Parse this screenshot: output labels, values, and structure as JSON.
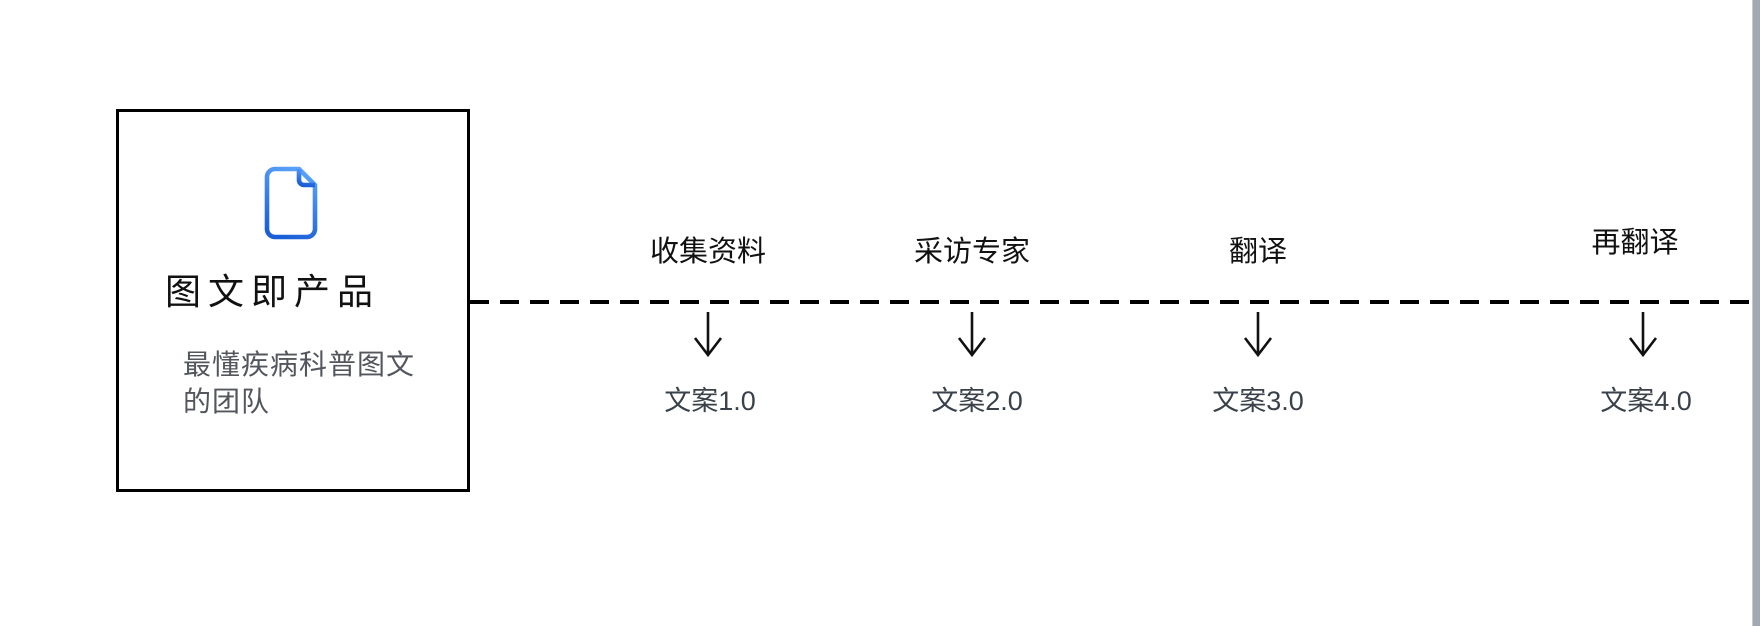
{
  "canvas": {
    "background": "#ffffff"
  },
  "card": {
    "title": "图文即产品",
    "subtitle": "最懂疾病科普图文的团队",
    "border_color": "#000000",
    "title_color": "#111111",
    "subtitle_color": "#53575d",
    "icon": "document-icon",
    "icon_gradient_top": "#59a0f9",
    "icon_gradient_bottom": "#1b5fd6"
  },
  "timeline": {
    "style": "dashed",
    "color": "#000000"
  },
  "process": {
    "steps": [
      {
        "label": "收集资料",
        "output": "文案1.0"
      },
      {
        "label": "采访专家",
        "output": "文案2.0"
      },
      {
        "label": "翻译",
        "output": "文案3.0"
      },
      {
        "label": "再翻译",
        "output": "文案4.0"
      }
    ],
    "label_color": "#111111",
    "output_color": "#3a414a",
    "arrow_color": "#111111"
  },
  "scrollbar": {
    "color": "#a2a9b2"
  }
}
